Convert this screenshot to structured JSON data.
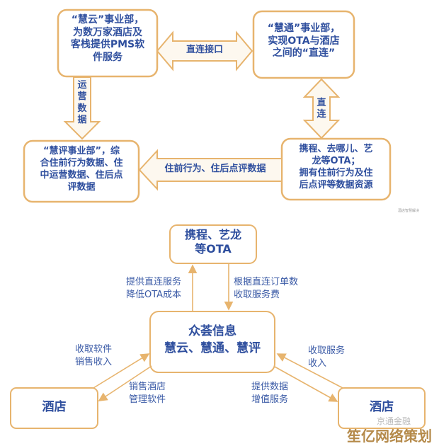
{
  "colors": {
    "border": "#e7b46e",
    "text": "#2f4f9e",
    "arrow_fill": "#fdf8ef",
    "watermark": "#b58a4a"
  },
  "top": {
    "huiyun": [
      "“慧云”事业部，",
      "为数万家酒店及",
      "客栈提供PMS软",
      "件服务"
    ],
    "huitong": [
      "“慧通”事业部，",
      "实现OTA与酒店",
      "之间的“直连”"
    ],
    "huiping": [
      "“慧评事业部”，综",
      "合住前行为数据、住",
      "中运营数据、住后点",
      "评数据"
    ],
    "ota": [
      "携程、去哪儿、艺",
      "龙等OTA；",
      "拥有住前行为及住",
      "后点评等数据资源"
    ],
    "arrow_direct_interface": "直连接口",
    "arrow_direct": [
      "直",
      "连"
    ],
    "arrow_ops_data": [
      "运",
      "营",
      "数",
      "据"
    ],
    "arrow_review_data": "住前行为、住后点评数据",
    "caption": "酒店智慧解决"
  },
  "bottom": {
    "ota": [
      "携程、艺龙",
      "等OTA"
    ],
    "center": [
      "众荟信息",
      "慧云、慧通、慧评"
    ],
    "hotel_left": "酒店",
    "hotel_right": "酒店",
    "label_provide_direct": [
      "提供直连服务",
      "降低OTA成本"
    ],
    "label_service_fee": [
      "根据直连订单数",
      "收取服务费"
    ],
    "label_software_income": [
      "收取软件",
      "销售收入"
    ],
    "label_sell_software": [
      "销售酒店",
      "管理软件"
    ],
    "label_service_income": [
      "收取服务",
      "收入"
    ],
    "label_data_service": [
      "提供数据",
      "增值服务"
    ]
  },
  "watermark": {
    "text": "笙亿网络策划",
    "sub": "京通金融"
  }
}
